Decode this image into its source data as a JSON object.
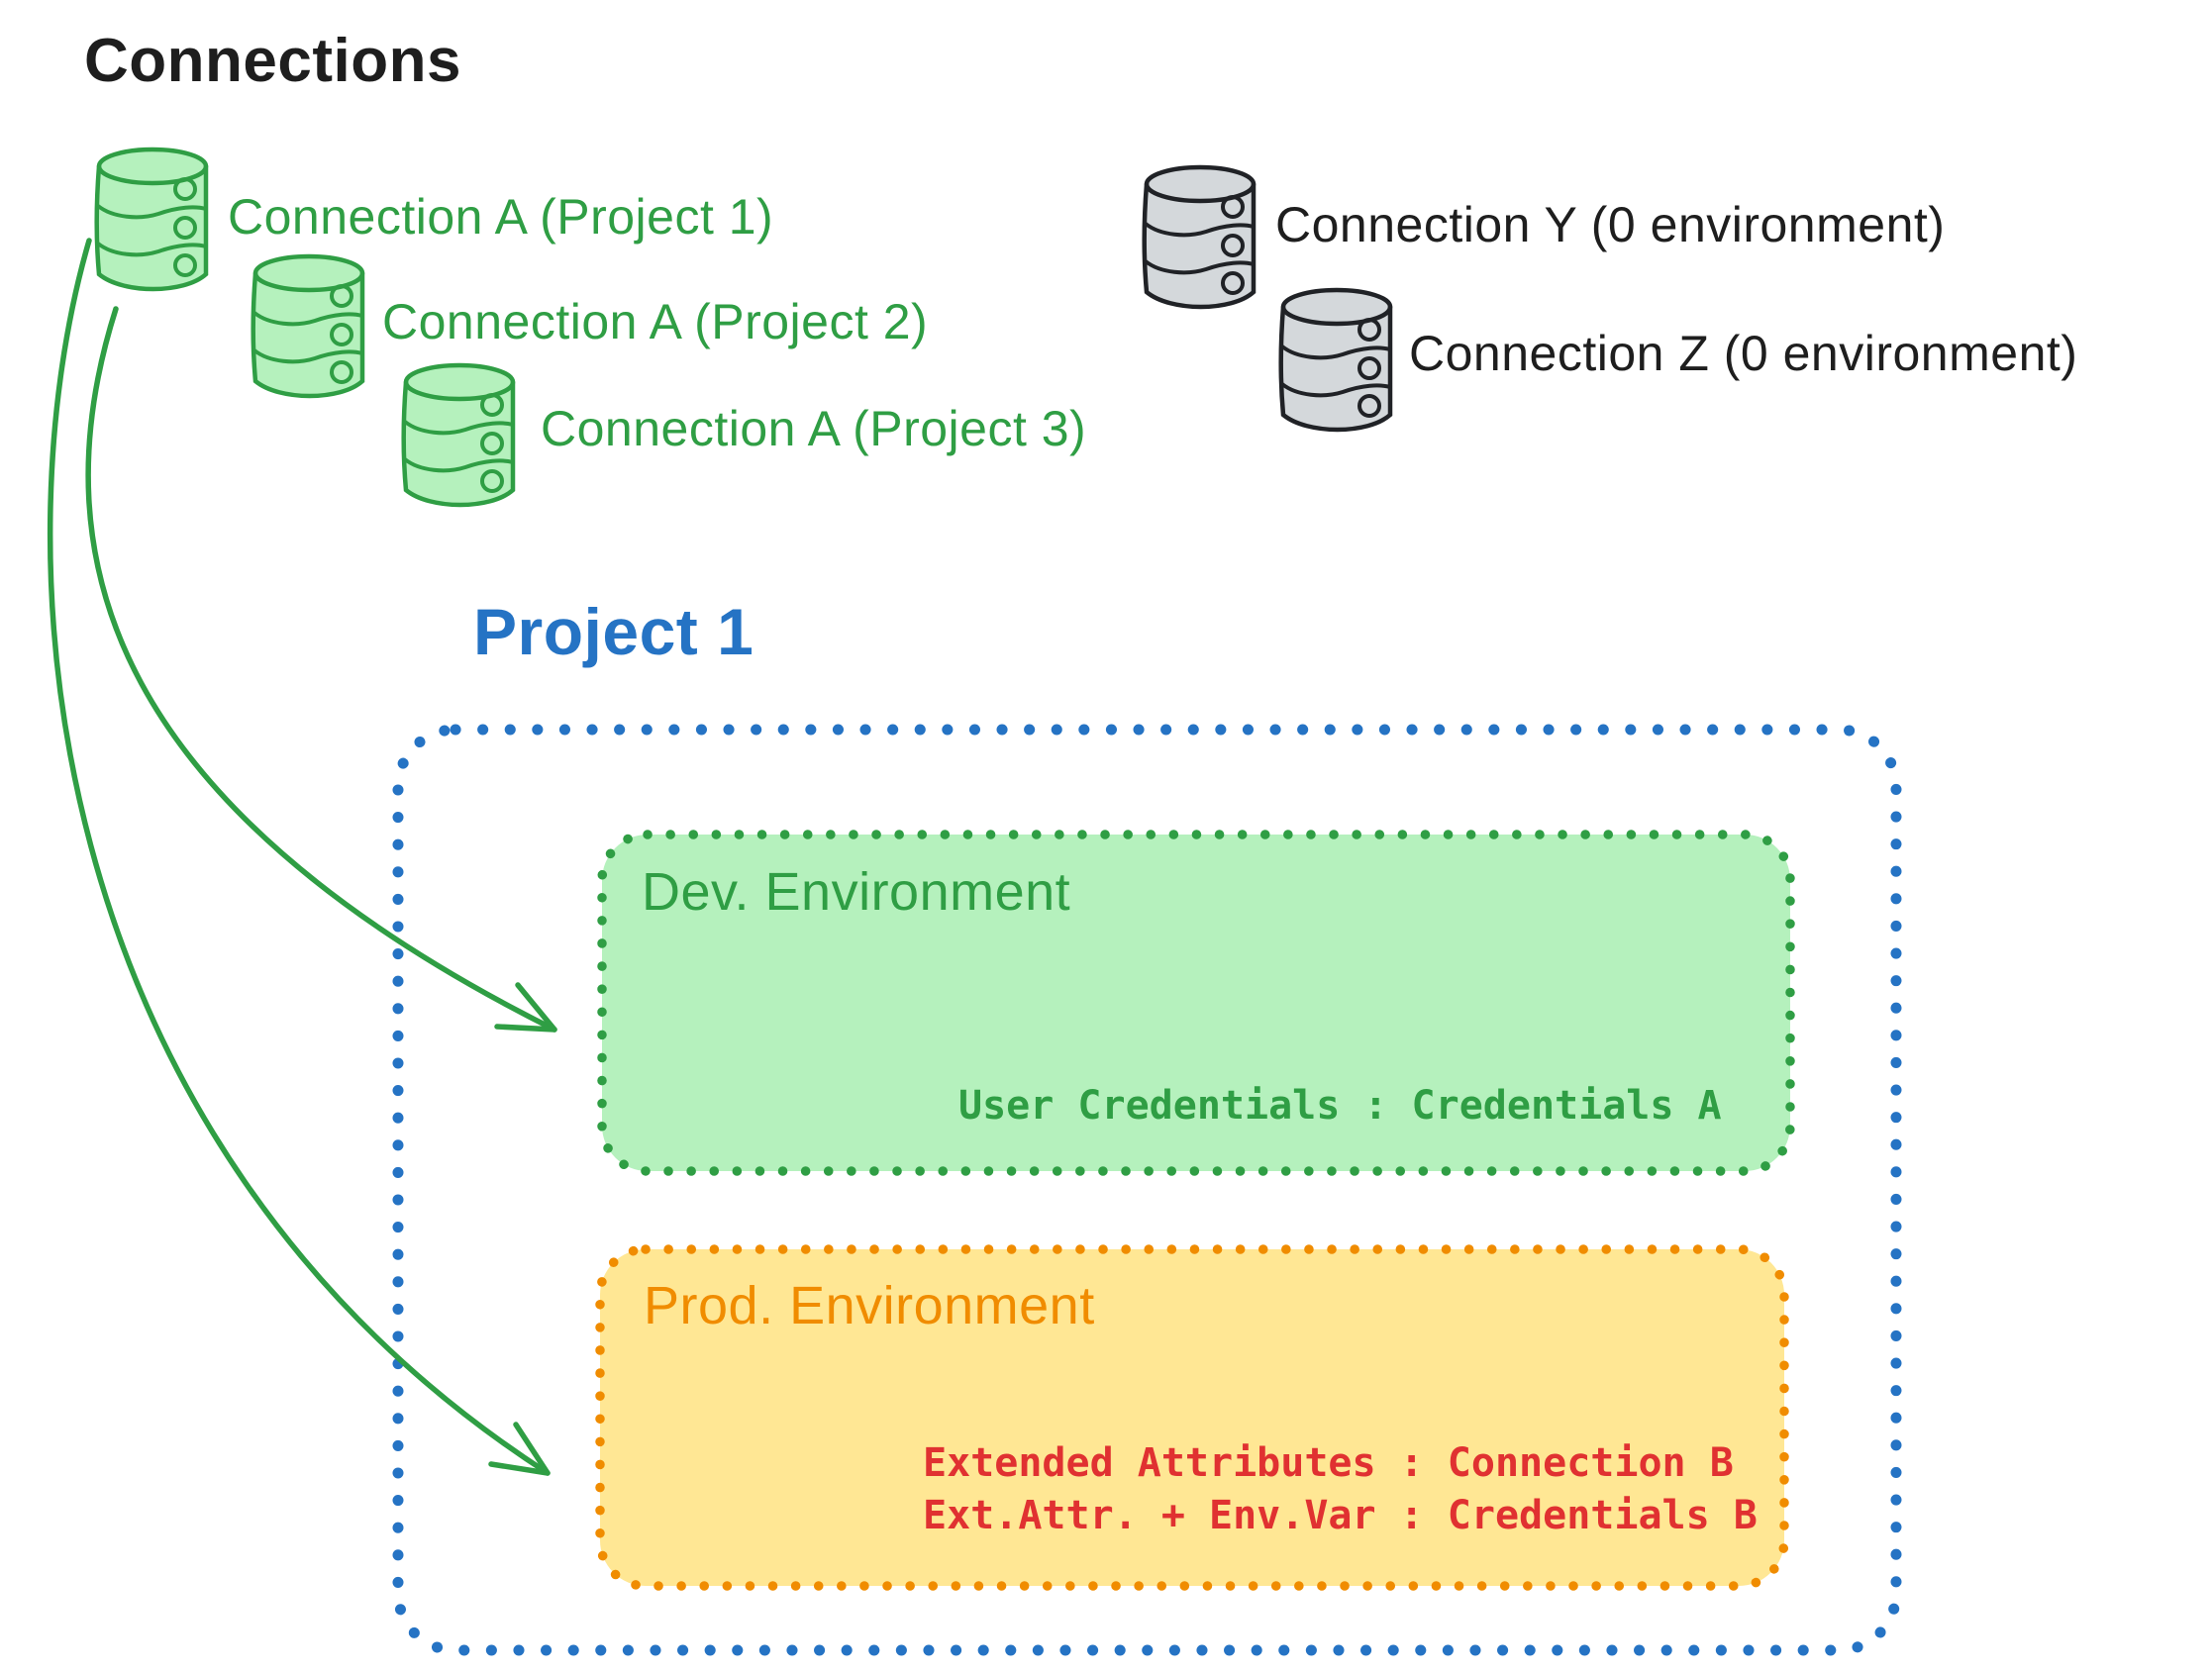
{
  "colors": {
    "ink": "#1e1e1e",
    "green": "#2f9e44",
    "green_fill": "#b5f1bd",
    "gray_stroke": "#202226",
    "gray_fill": "#d4d8db",
    "blue": "#2573c4",
    "orange": "#f08c00",
    "orange_fill": "#ffe794",
    "red": "#e03131"
  },
  "title": "Connections",
  "connections": {
    "green": [
      {
        "icon": "database-icon",
        "color": "green",
        "label": "Connection A (Project 1)"
      },
      {
        "icon": "database-icon",
        "color": "green",
        "label": "Connection A (Project 2)"
      },
      {
        "icon": "database-icon",
        "color": "green",
        "label": "Connection A (Project 3)"
      }
    ],
    "gray": [
      {
        "icon": "database-icon",
        "color": "gray",
        "label": "Connection Y (0 environment)"
      },
      {
        "icon": "database-icon",
        "color": "gray",
        "label": "Connection Z (0 environment)"
      }
    ]
  },
  "project": {
    "title": "Project 1",
    "environments": {
      "dev": {
        "title": "Dev. Environment",
        "mapping": "User Credentials : Credentials A"
      },
      "prod": {
        "title": "Prod. Environment",
        "mappings": [
          "Extended Attributes : Connection B",
          "Ext.Attr. + Env.Var : Credentials B"
        ]
      }
    }
  }
}
